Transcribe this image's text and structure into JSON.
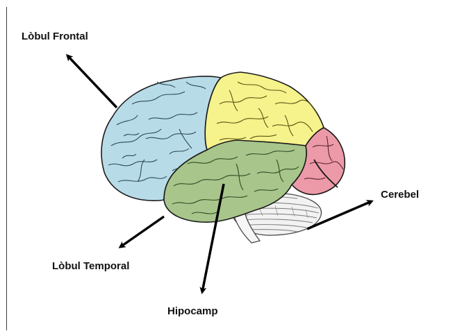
{
  "labels": {
    "frontal": "Lòbul Frontal",
    "temporal": "Lòbul Temporal",
    "hippocampus": "Hipocamp",
    "cerebellum": "Cerebel"
  },
  "colors": {
    "frontal_lobe": "#b8dbe8",
    "parietal_lobe": "#f6f28c",
    "temporal_lobe": "#a8c58c",
    "occipital_lobe": "#ec9aa8",
    "cerebellum": "#f2f2f2",
    "outline": "#1a1a1a",
    "arrow": "#000000"
  }
}
